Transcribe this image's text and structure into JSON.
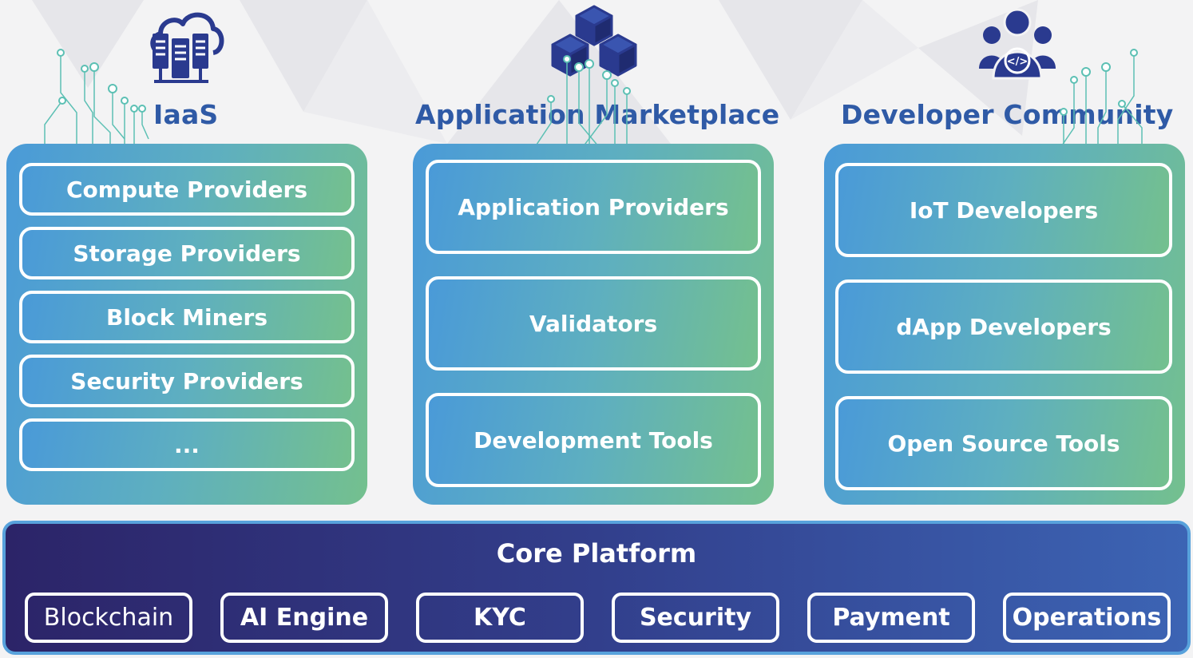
{
  "columns": [
    {
      "title": "IaaS",
      "icon": "cloud-server-icon",
      "items": [
        "Compute Providers",
        "Storage Providers",
        "Block Miners",
        "Security Providers",
        "..."
      ]
    },
    {
      "title": "Application Marketplace",
      "icon": "cubes-icon",
      "items": [
        "Application Providers",
        "Validators",
        "Development Tools"
      ]
    },
    {
      "title": "Developer Community",
      "icon": "developer-group-icon",
      "items": [
        "IoT Developers",
        "dApp Developers",
        "Open Source Tools"
      ]
    }
  ],
  "core": {
    "title": "Core Platform",
    "items": [
      "Blockchain",
      "AI Engine",
      "KYC",
      "Security",
      "Payment",
      "Operations"
    ]
  },
  "colors": {
    "heading": "#2f5aa6",
    "column_gradient_start": "#4a9ad8",
    "column_gradient_end": "#74c08e",
    "core_gradient_start": "#2c2468",
    "core_gradient_end": "#3c64b4",
    "core_border": "#58a2dc",
    "icon_dark": "#2a3a8f"
  }
}
